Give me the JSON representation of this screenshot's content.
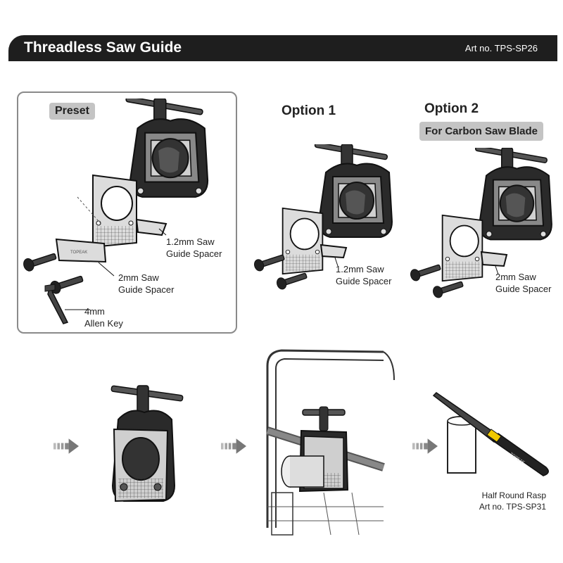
{
  "header": {
    "title": "Threadless Saw Guide",
    "art_no": "Art no. TPS-SP26"
  },
  "preset": {
    "tag": "Preset",
    "spacer_small_line1": "1.2mm Saw",
    "spacer_small_line2": "Guide Spacer",
    "spacer_large_line1": "2mm Saw",
    "spacer_large_line2": "Guide Spacer",
    "key_line1": "4mm",
    "key_line2": "Allen Key",
    "spacer_text": "TOPEAK"
  },
  "option1": {
    "title": "Option 1",
    "label_line1": "1.2mm Saw",
    "label_line2": "Guide Spacer"
  },
  "option2": {
    "title": "Option 2",
    "tag": "For Carbon Saw Blade",
    "label_line1": "2mm  Saw",
    "label_line2": "Guide Spacer"
  },
  "rasp": {
    "brand": "TOPEAK",
    "caption_line1": "Half Round Rasp",
    "caption_line2": "Art no. TPS-SP31"
  },
  "icons": [
    "step-arrow-icon",
    "saw-guide-illustration",
    "hacksaw-illustration",
    "rasp-illustration"
  ],
  "colors": {
    "header_bg": "#1e1e1e",
    "tag_bg": "#c4c4c4",
    "panel_border": "#8a8a8a",
    "rasp_band": "#f0c800"
  }
}
